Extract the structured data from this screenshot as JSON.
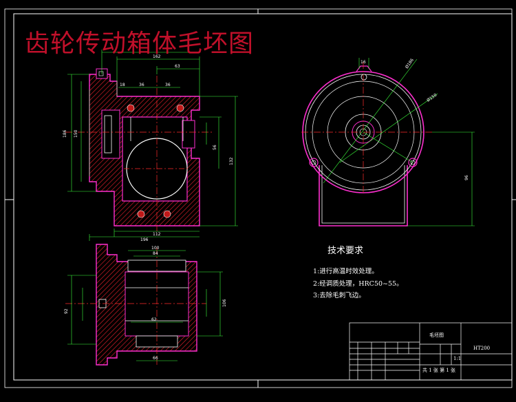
{
  "title": "齿轮传动箱体毛坯图",
  "technical_requirements": {
    "heading": "技术要求",
    "items": [
      "1:进行高温时效处理。",
      "2:经调质处理，HRC50~55。",
      "3:去除毛刺飞边。"
    ]
  },
  "title_block": {
    "part_name": "毛坯图",
    "material": "HT200",
    "scale": "1:1",
    "sheet_info": "共 1 张  第 1 张"
  },
  "colors": {
    "background": "#000000",
    "frame": "#ffffff",
    "outline": "#ff2fd0",
    "hatch": "#d21e1e",
    "dimension": "#3cff3c",
    "centerline": "#ff2b2b",
    "section_hatch": "#ff1a1a"
  }
}
